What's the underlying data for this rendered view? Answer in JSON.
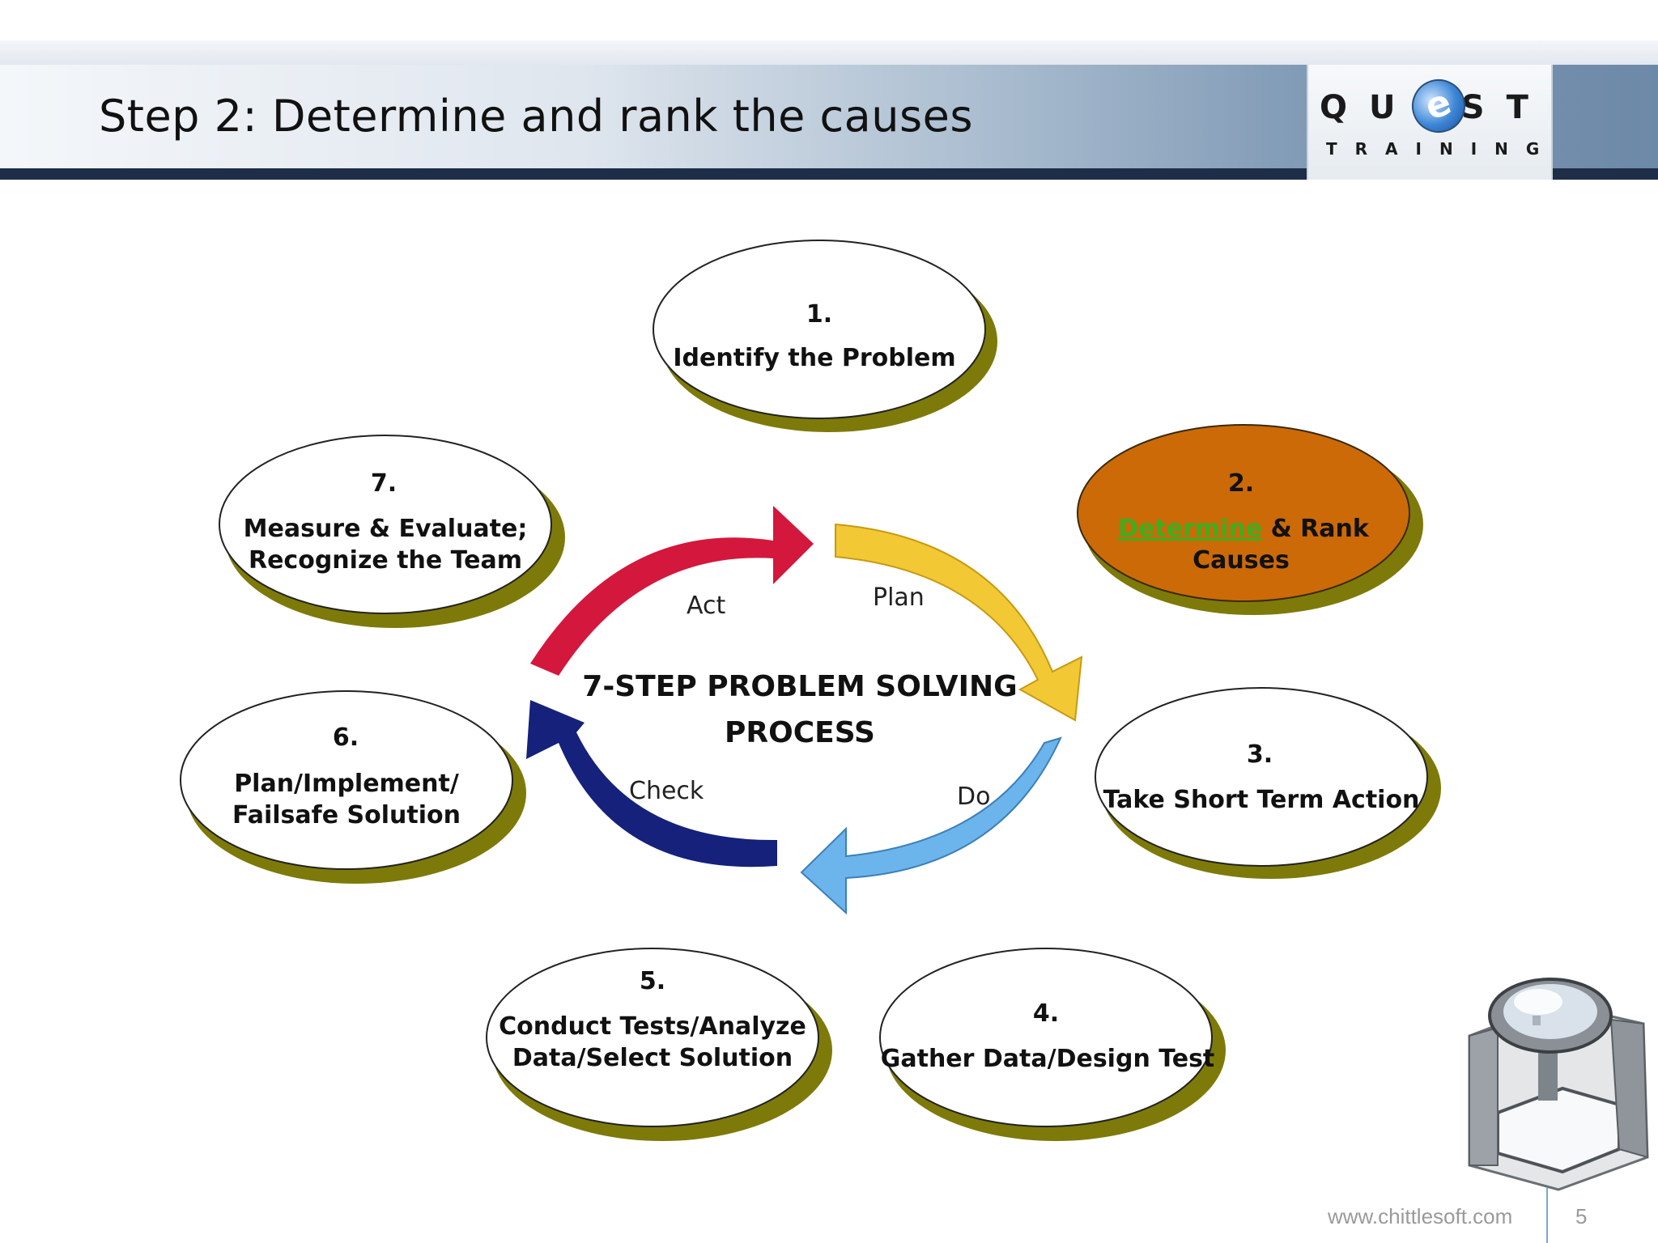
{
  "slide": {
    "title": "Step 2: Determine and rank the causes"
  },
  "logo": {
    "word": "QUEST",
    "word_e": "e",
    "subtitle": "TRAINING"
  },
  "diagram": {
    "center_title_line1": "7-STEP PROBLEM SOLVING",
    "center_title_line2": "PROCESS",
    "phases": {
      "act": "Act",
      "plan": "Plan",
      "do": "Do",
      "check": "Check"
    },
    "steps": [
      {
        "number": "1.",
        "line1": "Identify the Problem",
        "line2": ""
      },
      {
        "number": "2.",
        "line1_highlight": "Determine",
        "line1_rest": " & Rank",
        "line2": "Causes",
        "highlighted": true
      },
      {
        "number": "3.",
        "line1": "Take Short Term Action",
        "line2": ""
      },
      {
        "number": "4.",
        "line1": "Gather Data/Design Test",
        "line2": ""
      },
      {
        "number": "5.",
        "line1": "Conduct Tests/Analyze",
        "line2": "Data/Select Solution"
      },
      {
        "number": "6.",
        "line1": "Plan/Implement/",
        "line2": "Failsafe Solution"
      },
      {
        "number": "7.",
        "line1": "Measure & Evaluate;",
        "line2": "Recognize the Team"
      }
    ],
    "colors": {
      "ellipse_fill": "#ffffff",
      "highlight_fill": "#cc6a08",
      "shadow": "#7d7a0a",
      "highlight_text": "#3fae1e",
      "act_arrow": "#d4173c",
      "plan_arrow": "#f2c935",
      "do_arrow": "#6cb4ec",
      "check_arrow": "#15217a"
    }
  },
  "footer": {
    "url": "www.chittlesoft.com",
    "page": "5"
  },
  "images": {
    "magnifier": "loupe-magnifier-icon"
  }
}
